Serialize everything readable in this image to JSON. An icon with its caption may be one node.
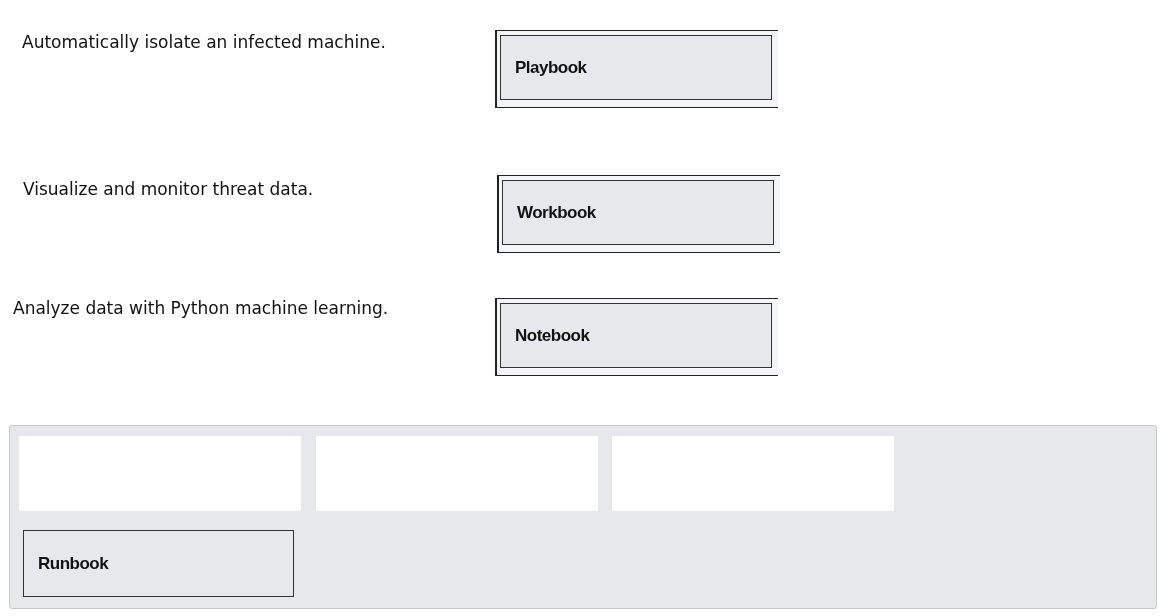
{
  "diagram": {
    "nodes": [
      {
        "text": [
          "Playbook"
        ]
      },
      {
        "text": [
          "Workbook"
        ]
      },
      {
        "text": [
          "Notebook"
        ]
      },
      {
        "text": [],
        "shape": "box"
      },
      {
        "text": [],
        "shape": "box",
        "in": 3
      },
      {
        "text": [],
        "shape": "box",
        "in": 3
      },
      {
        "text": [],
        "shape": "box",
        "in": 3
      },
      {
        "text": [
          "Runbook"
        ],
        "in": 3
      }
    ],
    "edges": [],
    "labels": [
      "Automatically isolate an infected machine.",
      "Visualize and monitor threat data.",
      "Analyze data with Python machine learning."
    ]
  }
}
